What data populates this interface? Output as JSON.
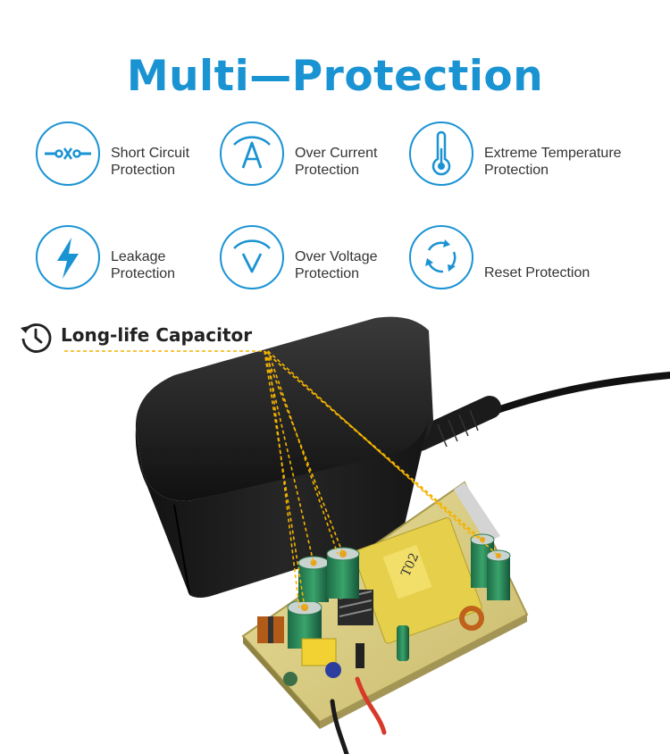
{
  "title": "Multi—Protection",
  "colors": {
    "accent": "#1a93d3",
    "text": "#333333",
    "highlight": "#f4b400"
  },
  "features": [
    {
      "icon": "short-circuit-icon",
      "line1": "Short Circuit",
      "line2": "Protection"
    },
    {
      "icon": "over-current-icon",
      "line1": "Over Current",
      "line2": "Protection"
    },
    {
      "icon": "thermometer-icon",
      "line1": "Extreme Temperature",
      "line2": "Protection"
    },
    {
      "icon": "lightning-icon",
      "line1": "Leakage",
      "line2": "Protection"
    },
    {
      "icon": "over-voltage-icon",
      "line1": "Over Voltage",
      "line2": "Protection"
    },
    {
      "icon": "reset-icon",
      "line1": "Reset Protection",
      "line2": ""
    }
  ],
  "capacitor": {
    "icon": "clock-history-icon",
    "label": "Long-life Capacitor"
  },
  "pcb": {
    "transformer_label": "T02"
  }
}
